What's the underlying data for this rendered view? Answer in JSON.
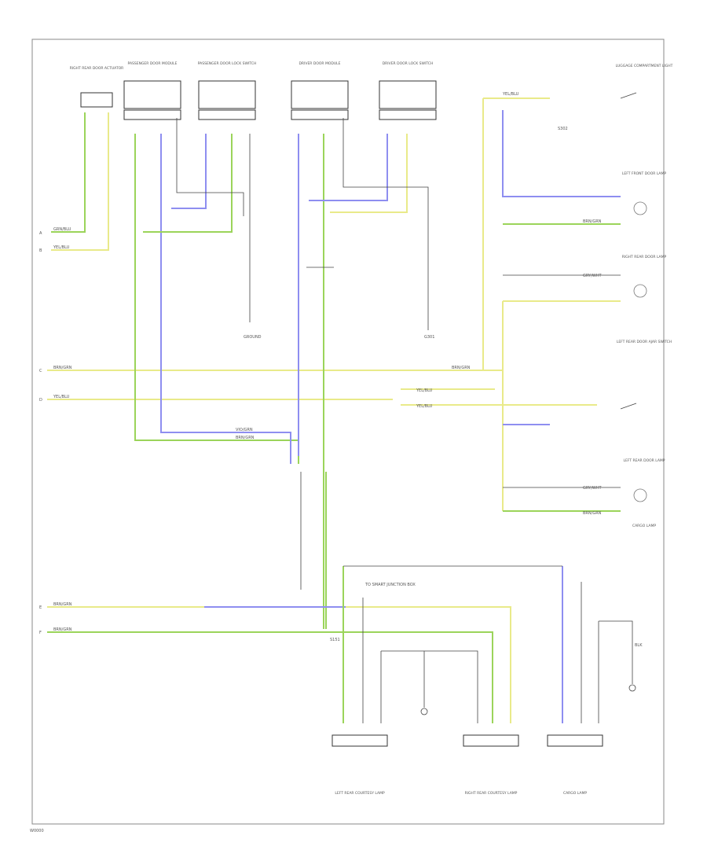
{
  "diagram": {
    "figure_code": "W0000",
    "colors": {
      "yellow": "#e9ea8a",
      "green": "#9bd45a",
      "blue": "#8e8ef0",
      "gray": "#c9c9c9",
      "frame": "#888888"
    },
    "left_refs": [
      "A",
      "B",
      "C",
      "D",
      "E",
      "F"
    ],
    "top_components": [
      "RIGHT REAR DOOR ACTUATOR",
      "PASSENGER DOOR MODULE",
      "PASSENGER DOOR LOCK SWITCH",
      "DRIVER DOOR MODULE",
      "DRIVER DOOR LOCK SWITCH"
    ],
    "right_components": [
      "LUGGAGE COMPARTMENT LIGHT",
      "LEFT FRONT DOOR LAMP",
      "RIGHT REAR DOOR LAMP",
      "LEFT REAR DOOR AJAR SWITCH",
      "LEFT REAR DOOR LAMP",
      "CARGO LAMP"
    ],
    "bottom_components": [
      "LEFT REAR COURTESY LAMP",
      "RIGHT REAR COURTESY LAMP",
      "CARGO LAMP"
    ],
    "wire_labels": {
      "yellow": "YEL/BLU",
      "green_blue": "GRN/BLU",
      "brown": "BRN/GRN",
      "violet": "VIO/GRN",
      "gray": "GRY/WHT",
      "blk": "BLK"
    },
    "notes": [
      "TO SMART JUNCTION BOX",
      "GROUND",
      "G301",
      "S151",
      "S302"
    ]
  }
}
